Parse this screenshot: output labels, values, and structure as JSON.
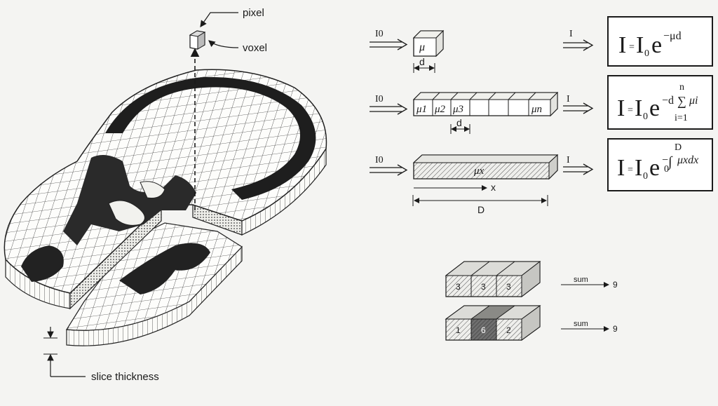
{
  "labels": {
    "pixel": "pixel",
    "voxel": "voxel",
    "slice_thickness": "slice thickness"
  },
  "rows": {
    "row1": {
      "in": "I0",
      "mu": "μ",
      "d": "d",
      "out": "I"
    },
    "row2": {
      "in": "I0",
      "mu1": "μ1",
      "mu2": "μ2",
      "mu3": "μ3",
      "mun": "μn",
      "d": "d",
      "out": "I"
    },
    "row3": {
      "in": "I0",
      "mux": "μx",
      "x": "x",
      "D": "D",
      "out": "I"
    }
  },
  "equations": {
    "eq1": {
      "lhs": "I",
      "eqsign": "=",
      "base": "I",
      "sub": "0",
      "e": "e",
      "exp": "−μd"
    },
    "eq2": {
      "lhs": "I",
      "eqsign": "=",
      "base": "I",
      "sub": "0",
      "e": "e",
      "exp": "−d",
      "sum": "∑",
      "upper": "n",
      "lower": "i=1",
      "term": "μi"
    },
    "eq3": {
      "lhs": "I",
      "eqsign": "=",
      "base": "I",
      "sub": "0",
      "e": "e",
      "exp": "−",
      "integral": "∫",
      "upper": "D",
      "lower": "0",
      "term": "μxdx"
    }
  },
  "blocks": {
    "top": {
      "values": [
        "3",
        "3",
        "3"
      ],
      "sum_label": "sum",
      "result": "9"
    },
    "bottom": {
      "values": [
        "1",
        "6",
        "2"
      ],
      "sum_label": "sum",
      "result": "9"
    }
  }
}
